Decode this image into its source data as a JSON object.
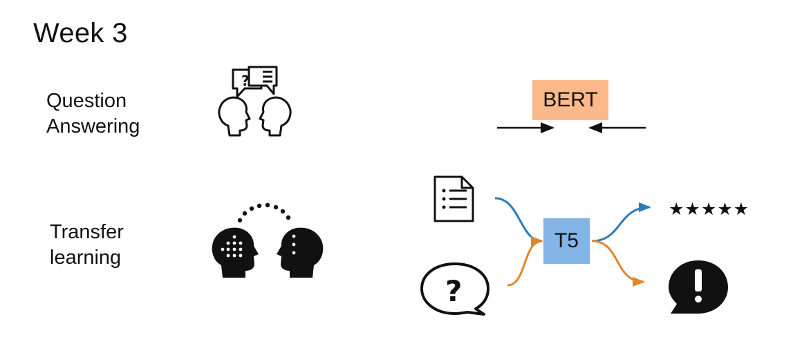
{
  "title": "Week 3",
  "topics": {
    "question_answering": {
      "line1": "Question",
      "line2": "Answering",
      "icon": "two-heads-conversation-icon"
    },
    "transfer_learning": {
      "line1": "Transfer",
      "line2": "learning",
      "icon": "two-heads-knowledge-transfer-icon"
    }
  },
  "models": {
    "bert": {
      "label": "BERT",
      "color": "#fbb98a"
    },
    "t5": {
      "label": "T5",
      "color": "#82b5e5"
    }
  },
  "t5_io": {
    "inputs": [
      "document-icon",
      "question-bubble-icon"
    ],
    "outputs": {
      "rating": "★★★★★",
      "exclamation": "exclamation-bubble-icon"
    },
    "colors": {
      "top": "#2b7bb9",
      "bottom": "#e0862a"
    }
  }
}
